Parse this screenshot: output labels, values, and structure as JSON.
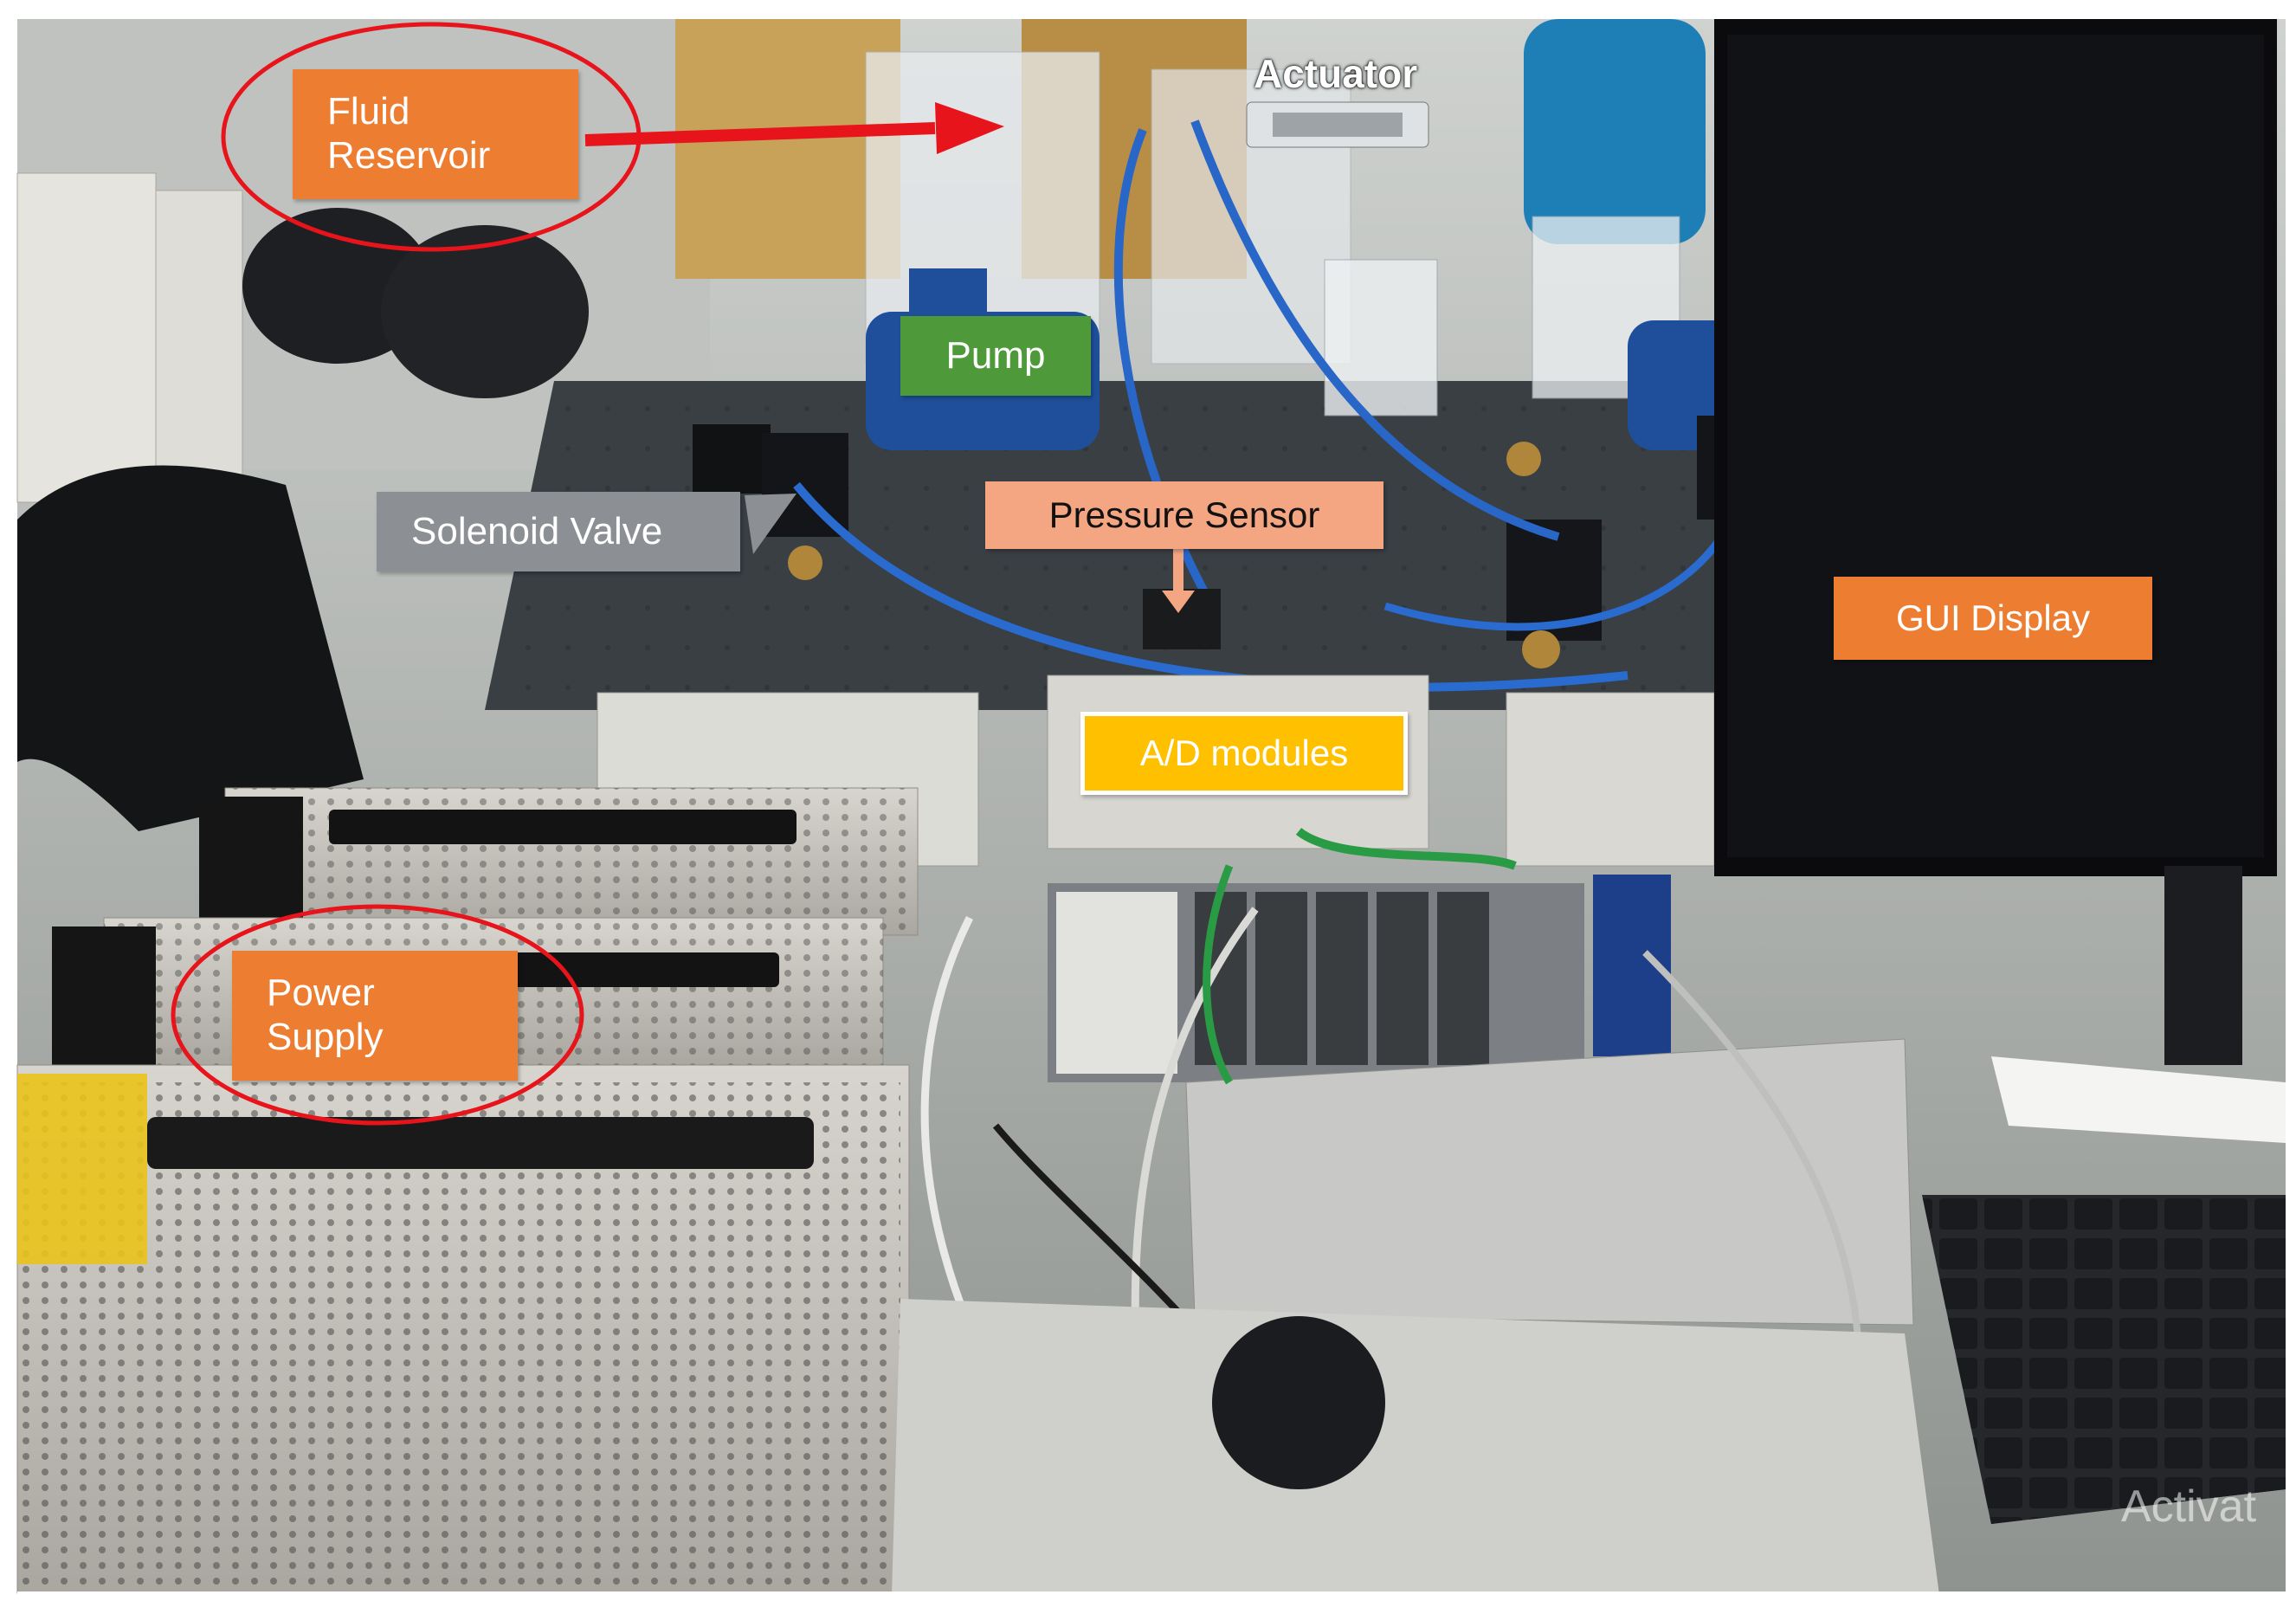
{
  "labels": {
    "fluid_reservoir": [
      "Fluid",
      "Reservoir"
    ],
    "actuator": "Actuator",
    "pump": "Pump",
    "solenoid_valve": "Solenoid Valve",
    "pressure_sensor": "Pressure Sensor",
    "ad_modules": "A/D modules",
    "gui_display": "GUI Display",
    "power_supply": [
      "Power",
      "Supply"
    ]
  },
  "watermark": "Activat",
  "colors": {
    "orange_label": "#ED7D31",
    "green_label": "#4E9A3A",
    "gray_label": "#8C8F93",
    "salmon_label": "#F4A582",
    "yellow_label": "#FFC000",
    "highlight_red": "#E8141B",
    "monitor_black": "#0B0B0D"
  }
}
